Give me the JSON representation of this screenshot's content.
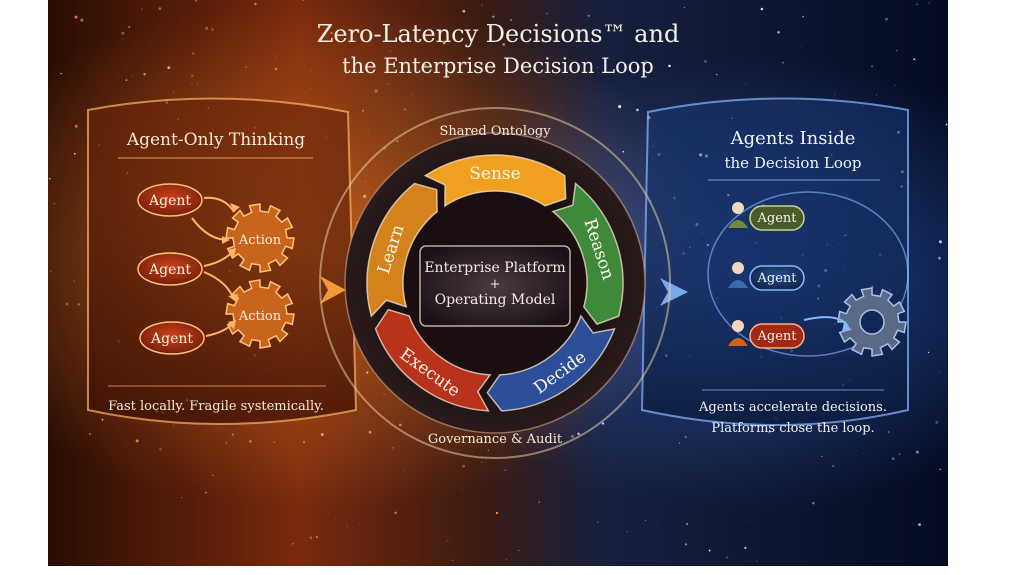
{
  "title": {
    "line1": "Zero-Latency Decisions™ and",
    "line2": "the Enterprise Decision Loop"
  },
  "left_panel": {
    "heading": "Agent-Only Thinking",
    "agents": [
      "Agent",
      "Agent",
      "Agent"
    ],
    "actions": [
      "Action",
      "Action"
    ],
    "caption": "Fast locally. Fragile systemically."
  },
  "center": {
    "top_label": "Shared Ontology",
    "bottom_label": "Governance & Audit",
    "core_line1": "Enterprise Platform",
    "core_plus": "+",
    "core_line2": "Operating Model",
    "stages": [
      "Sense",
      "Reason",
      "Decide",
      "Execute",
      "Learn"
    ]
  },
  "right_panel": {
    "heading_line1": "Agents Inside",
    "heading_line2": "the Decision Loop",
    "agents": [
      "Agent",
      "Agent",
      "Agent"
    ],
    "caption_line1": "Agents accelerate decisions.",
    "caption_line2": "Platforms close the loop."
  },
  "colors": {
    "warm_bg": "#3a1406",
    "cool_bg": "#0a1a3a",
    "sense": "#f0a020",
    "reason": "#3e8a3a",
    "decide": "#2c4f9a",
    "execute": "#b8321c",
    "learn": "#d4821c",
    "agent_red": "#9a2410",
    "agent_blue": "#1c3a6a"
  }
}
